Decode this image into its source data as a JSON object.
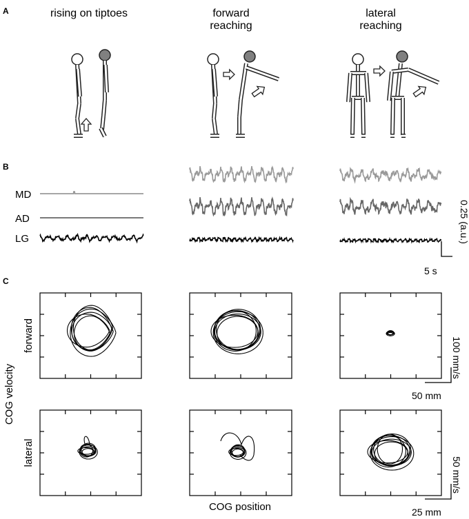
{
  "panels": {
    "a": "A",
    "b": "B",
    "c": "C"
  },
  "tasks": [
    {
      "id": "tiptoes",
      "title": [
        "rising on tiptoes"
      ]
    },
    {
      "id": "forward",
      "title": [
        "forward",
        "reaching"
      ]
    },
    {
      "id": "lateral",
      "title": [
        "lateral",
        "reaching"
      ]
    }
  ],
  "emg": {
    "muscles": [
      "MD",
      "AD",
      "LG"
    ],
    "scale_amplitude": "0.25 (a.u.)",
    "scale_time": "5 s"
  },
  "cog": {
    "y_axis_label": "COG velocity",
    "x_axis_label": "COG position",
    "rows": [
      {
        "label": "forward",
        "scale_velocity": "100 mm/s",
        "scale_position": "50 mm"
      },
      {
        "label": "lateral",
        "scale_velocity": "50 mm/s",
        "scale_position": "25 mm"
      }
    ]
  },
  "colors": {
    "head_initial": "#ffffff",
    "head_final": "#808080",
    "md_trace": "#999999",
    "ad_trace": "#666666",
    "lg_trace": "#000000"
  }
}
